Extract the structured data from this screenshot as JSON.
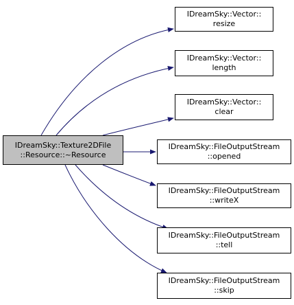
{
  "diagram": {
    "root": {
      "line1": "IDreamSky::Texture2DFile",
      "line2": "::Resource::~Resource"
    },
    "callees": [
      {
        "line1": "IDreamSky::Vector::",
        "line2": "resize"
      },
      {
        "line1": "IDreamSky::Vector::",
        "line2": "length"
      },
      {
        "line1": "IDreamSky::Vector::",
        "line2": "clear"
      },
      {
        "line1": "IDreamSky::FileOutputStream",
        "line2": "::opened"
      },
      {
        "line1": "IDreamSky::FileOutputStream",
        "line2": "::writeX"
      },
      {
        "line1": "IDreamSky::FileOutputStream",
        "line2": "::tell"
      },
      {
        "line1": "IDreamSky::FileOutputStream",
        "line2": "::skip"
      }
    ]
  },
  "colors": {
    "edge": "#191970",
    "root_fill": "#bfbfbf",
    "node_fill": "#ffffff",
    "border": "#000000"
  }
}
